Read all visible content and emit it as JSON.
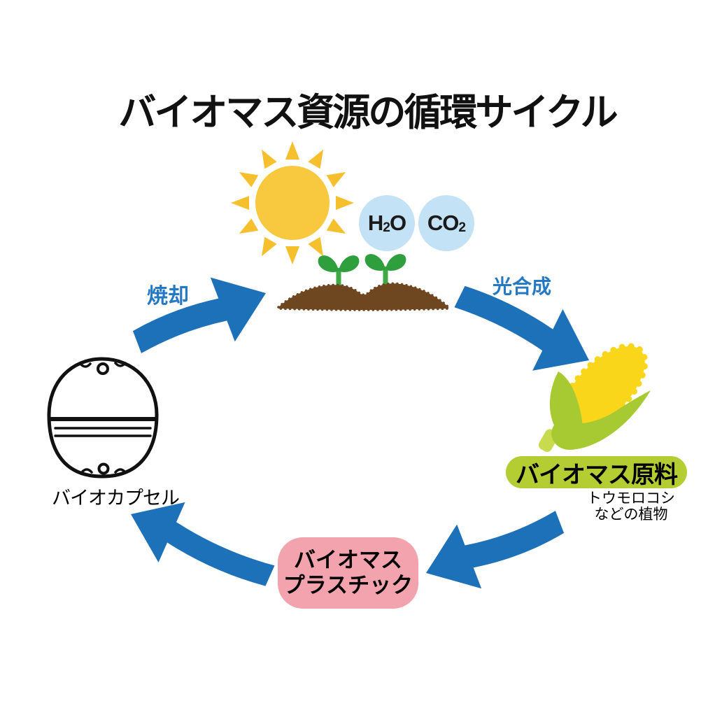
{
  "title": "バイオマス資源の循環サイクル",
  "cycle": {
    "incineration_label": "焼却",
    "photosynthesis_label": "光合成"
  },
  "atmosphere": {
    "h2o": {
      "pre": "H",
      "sub": "2",
      "post": "O"
    },
    "co2": {
      "pre": "CO",
      "sub": "2"
    }
  },
  "nodes": {
    "biomass_feedstock": {
      "label": "バイオマス原料",
      "note_line1": "トウモロコシ",
      "note_line2": "などの植物"
    },
    "biomass_plastic": {
      "label_line1": "バイオマス",
      "label_line2": "プラスチック"
    },
    "bio_capsule": {
      "label": "バイオカプセル"
    }
  },
  "colors": {
    "arrow_blue": "#1D71B9",
    "cycle_label_blue": "#2478C4",
    "sun_yellow": "#F8C93E",
    "ray_yellow": "#F6BF2D",
    "molecule_circle_blue": "#C3E2F6",
    "molecule_text": "#1A1A1A",
    "leaf_green": "#2F9E3C",
    "stem_green": "#3FA945",
    "soil_brown": "#6E4620",
    "corn_yellow": "#FAD61A",
    "husk_green": "#A7CA33",
    "corn_stem_green": "#C8DB4F",
    "feedstock_pill_green": "#B4CD32",
    "plastic_pill_pink": "#F2A3AD",
    "text_black": "#111111"
  }
}
